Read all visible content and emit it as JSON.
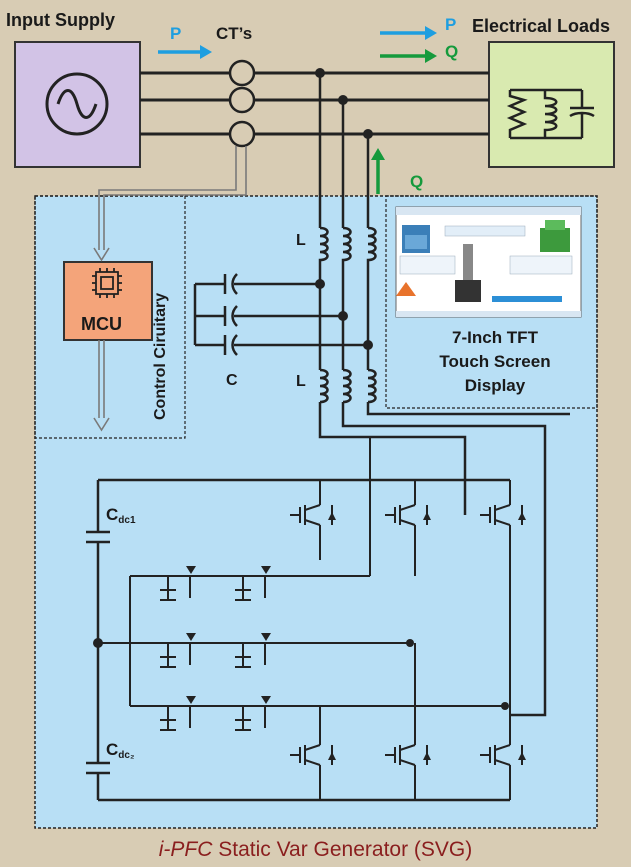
{
  "labels": {
    "input_supply": "Input Supply",
    "cts": "CT’s",
    "electrical_loads": "Electrical Loads",
    "p_input": "P",
    "p_load": "P",
    "q_load": "Q",
    "q_svg": "Q",
    "mcu": "MCU",
    "control_circuitry": "Control Ciruitary",
    "l_top": "L",
    "l_bottom": "L",
    "c": "C",
    "cdc1_main": "C",
    "cdc1_sub": "dc1",
    "cdc2_main": "C",
    "cdc2_sub": "dc₂"
  },
  "tft": {
    "title_line1": "7-Inch TFT",
    "title_line2": "Touch Screen",
    "title_line3": "Display"
  },
  "caption": {
    "italic": "i-PFC",
    "rest": " Static Var Generator (SVG)"
  },
  "colors": {
    "background": "#d8ccb4",
    "panel": "#b8dff5",
    "supply_box": "#d2c3e6",
    "load_box": "#d9eab0",
    "mcu_box": "#f4a47a",
    "arrow_blue": "#1e9ee0",
    "arrow_green": "#159a3c",
    "caption": "#8a1e1e"
  }
}
